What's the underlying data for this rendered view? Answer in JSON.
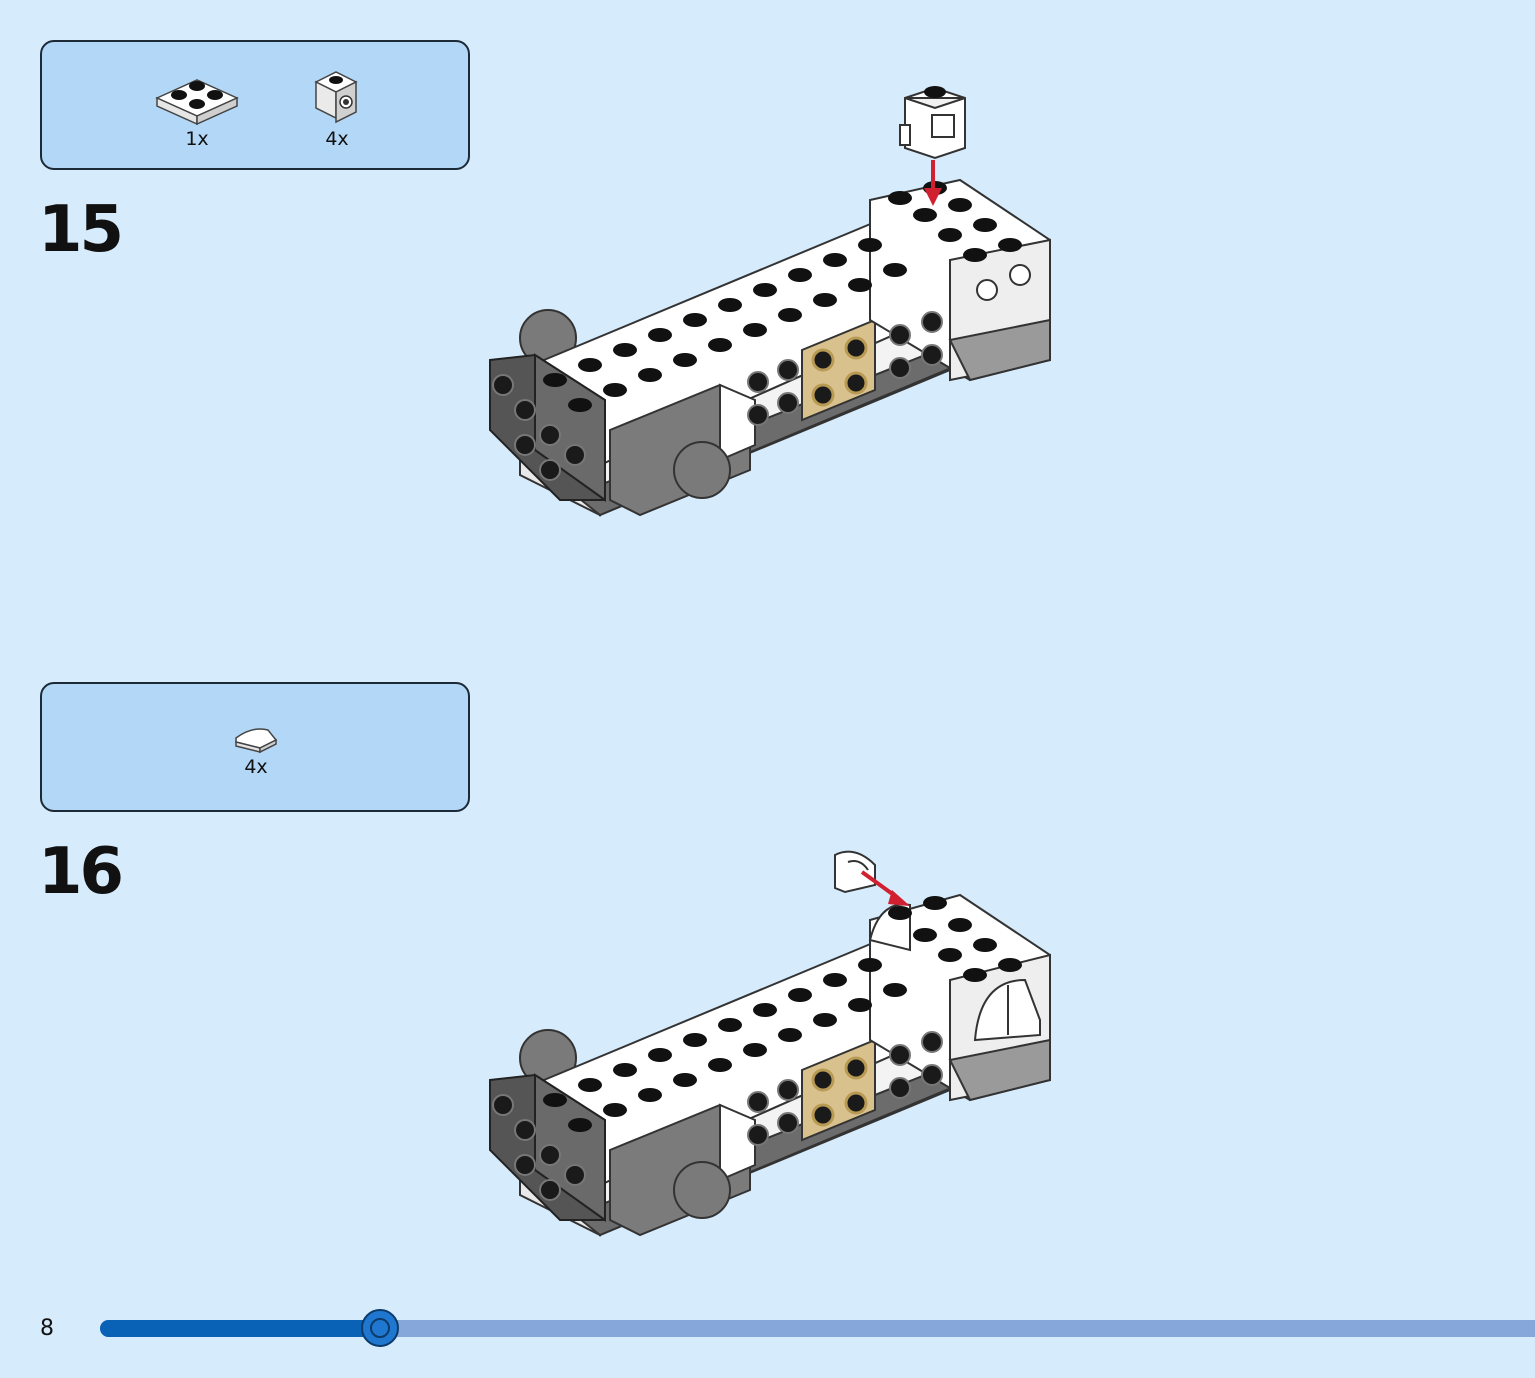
{
  "steps": [
    {
      "number": "15",
      "parts": [
        {
          "qty": "1x",
          "icon": "plate-2x2-icon"
        },
        {
          "qty": "4x",
          "icon": "bracket-1x1-icon"
        }
      ]
    },
    {
      "number": "16",
      "parts": [
        {
          "qty": "4x",
          "icon": "curved-slope-icon"
        }
      ]
    }
  ],
  "footer": {
    "page_number": "8",
    "progress": 0.195
  },
  "colors": {
    "background": "#d6ebfb",
    "parts_box": "#b3d7f6",
    "arrow": "#d1202f",
    "progress_fill": "#0a62b7",
    "progress_track": "#86a7d9"
  }
}
